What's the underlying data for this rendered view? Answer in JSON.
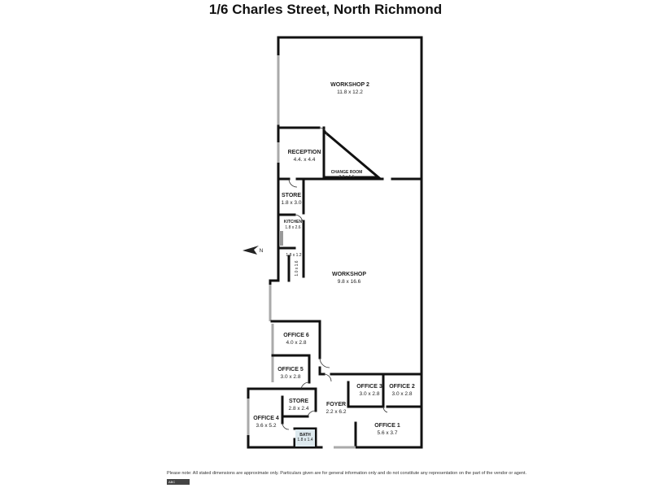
{
  "title": "1/6 Charles Street, North Richmond",
  "rooms": [
    {
      "name": "WORKSHOP 2",
      "dims": "11.8 x 12.2"
    },
    {
      "name": "RECEPTION",
      "dims": "4.4. x 4.4"
    },
    {
      "name": "CHANGE ROOM",
      "dims": "2.2 x 5.5"
    },
    {
      "name": "STORE",
      "dims": "1.8 x 3.0"
    },
    {
      "name": "KITCHEN",
      "dims": "1.8 x 2.6"
    },
    {
      "name": "",
      "dims": "1.8 x 1.2"
    },
    {
      "name": "",
      "dims": "1.0 x 1.6"
    },
    {
      "name": "WORKSHOP",
      "dims": "9.8 x 16.6"
    },
    {
      "name": "OFFICE 6",
      "dims": "4.0 x 2.8"
    },
    {
      "name": "OFFICE 5",
      "dims": "3.0 x 2.8"
    },
    {
      "name": "OFFICE 3",
      "dims": "3.0 x 2.8"
    },
    {
      "name": "OFFICE 2",
      "dims": "3.0 x 2.8"
    },
    {
      "name": "STORE",
      "dims": "2.8 x 2.4"
    },
    {
      "name": "FOYER",
      "dims": "2.2 x 6.2"
    },
    {
      "name": "OFFICE 4",
      "dims": "3.6 x 5.2"
    },
    {
      "name": "BATH",
      "dims": "1.8 x 1.4"
    },
    {
      "name": "OFFICE 1",
      "dims": "5.6 x 3.7"
    }
  ],
  "compass": "N",
  "disclaimer": "Please note: All stated dimensions are approximate only. Particulars given are for general information only and do not constitute any representation on the part of the vendor or agent.",
  "logo": "ABC"
}
